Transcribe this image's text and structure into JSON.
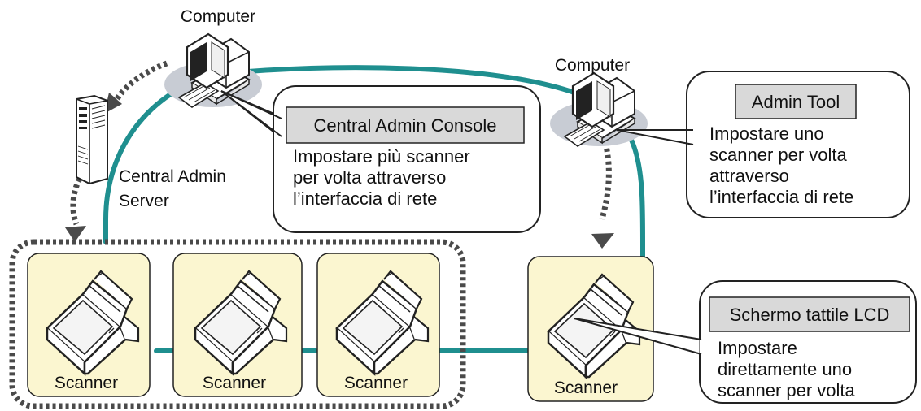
{
  "colors": {
    "network_ring": "#1f8f8f",
    "scanner_panel": "#fbf6d0",
    "tool_title_box": "#d9d9d9",
    "dotted_arrows": "#4a4a4a",
    "computer_base": "#c8ccd4"
  },
  "nodes": {
    "computer_left": {
      "label": "Computer",
      "icon": "desktop-computer-icon"
    },
    "computer_right": {
      "label": "Computer",
      "icon": "desktop-computer-icon"
    },
    "server": {
      "label_line1": "Central Admin",
      "label_line2": "Server",
      "icon": "tower-server-icon"
    },
    "scanners": [
      {
        "label": "Scanner",
        "icon": "document-scanner-icon"
      },
      {
        "label": "Scanner",
        "icon": "document-scanner-icon"
      },
      {
        "label": "Scanner",
        "icon": "document-scanner-icon"
      },
      {
        "label": "Scanner",
        "icon": "document-scanner-icon"
      }
    ]
  },
  "callouts": {
    "central_console": {
      "title": "Central Admin Console",
      "lines": [
        "Impostare più scanner",
        "per volta attraverso",
        "l’interfaccia di rete"
      ]
    },
    "admin_tool": {
      "title": "Admin Tool",
      "lines": [
        "Impostare uno",
        "scanner per volta",
        "attraverso",
        "l’interfaccia di rete"
      ]
    },
    "lcd": {
      "title": "Schermo tattile LCD",
      "lines": [
        "Impostare",
        "direttamente uno",
        "scanner per volta"
      ]
    }
  }
}
